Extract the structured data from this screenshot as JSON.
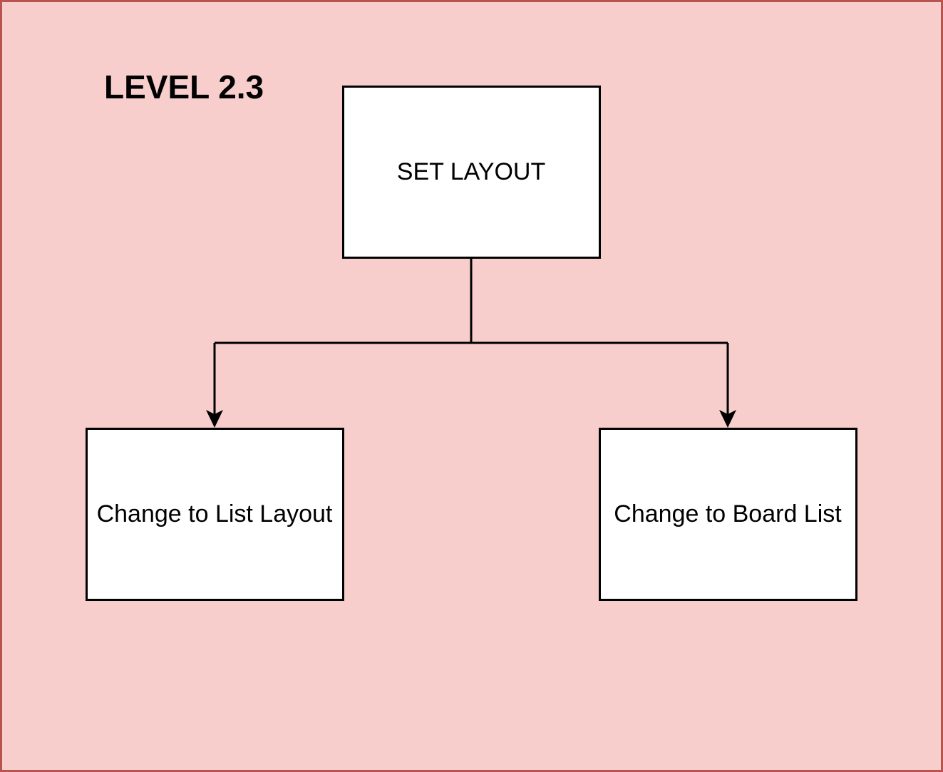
{
  "colors": {
    "background": "#f8cecc",
    "border": "#b85450",
    "node_fill": "#ffffff",
    "stroke": "#000000"
  },
  "diagram": {
    "title": "LEVEL 2.3",
    "nodes": {
      "root": {
        "label": "SET LAYOUT"
      },
      "left": {
        "label": "Change to List Layout"
      },
      "right": {
        "label": "Change to Board List"
      }
    },
    "edges": [
      {
        "from": "root",
        "to": "left",
        "arrow": "arrow-icon"
      },
      {
        "from": "root",
        "to": "right",
        "arrow": "arrow-icon"
      }
    ]
  }
}
